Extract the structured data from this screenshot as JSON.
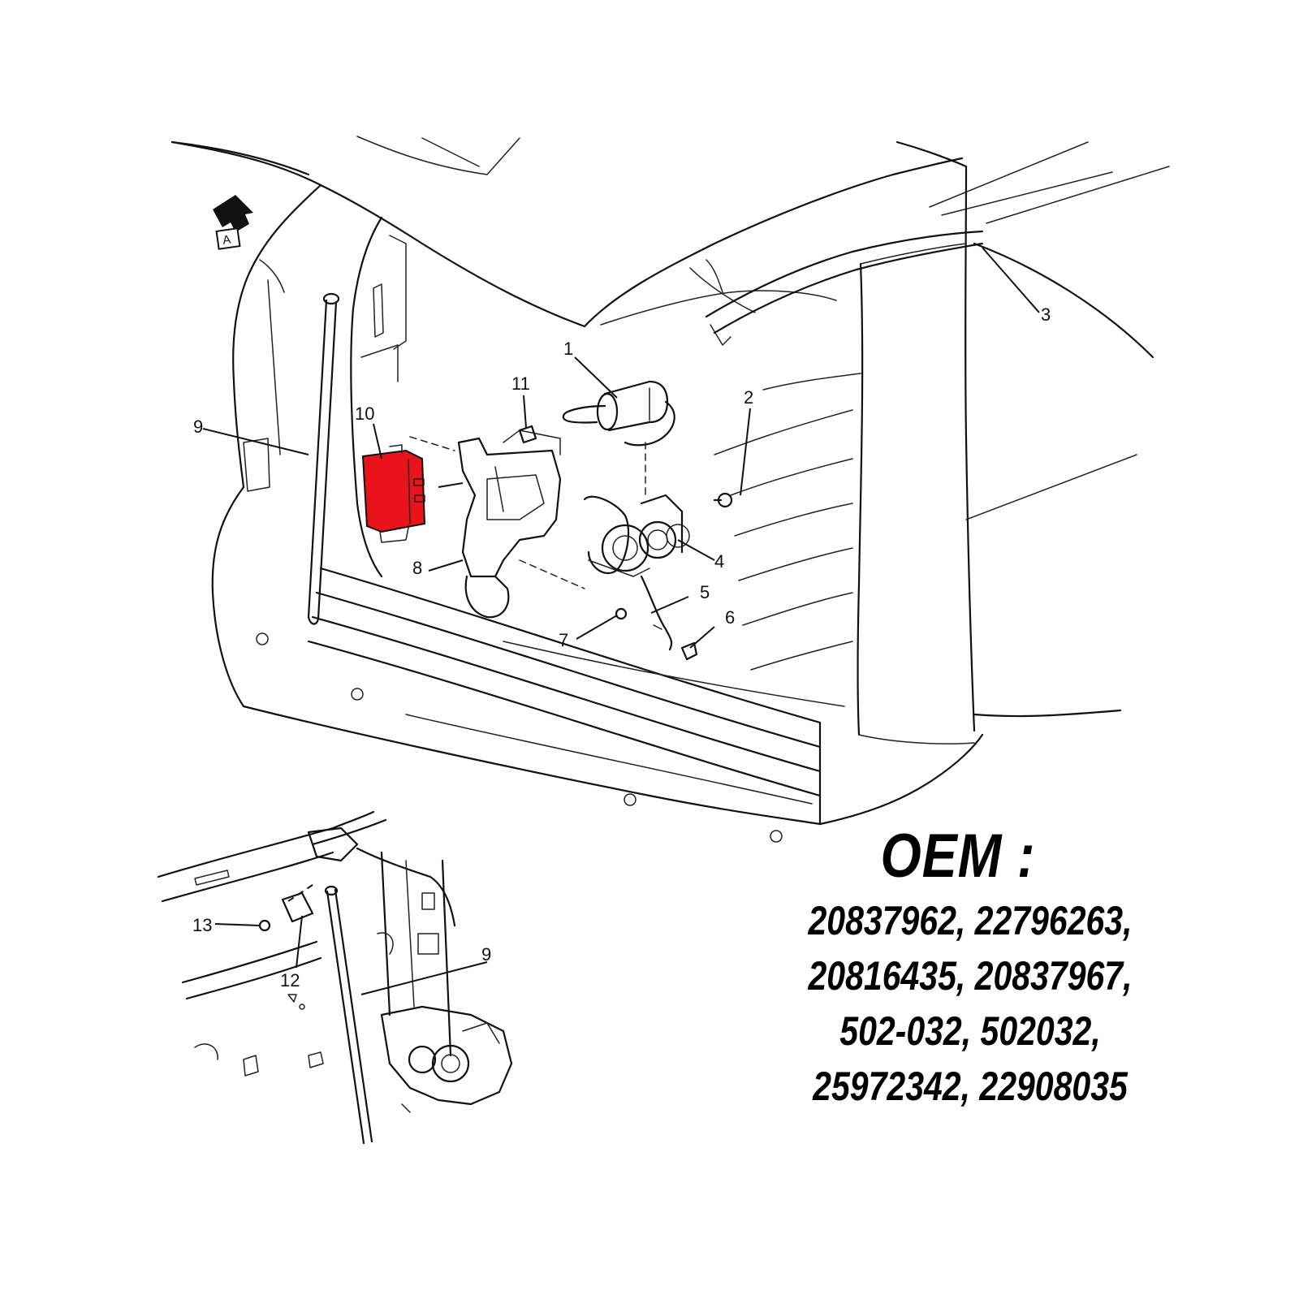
{
  "view_reference": "A",
  "callouts": {
    "c1": "1",
    "c2": "2",
    "c3": "3",
    "c4": "4",
    "c5": "5",
    "c6": "6",
    "c7": "7",
    "c8": "8",
    "c9": "9",
    "c10": "10",
    "c11": "11",
    "c9_inset": "9",
    "c12": "12",
    "c13": "13"
  },
  "highlight_color": "#e8131b",
  "oem": {
    "title": "OEM :",
    "lines": [
      "20837962, 22796263,",
      "20816435, 20837967,",
      "502-032, 502032,",
      "25972342, 22908035"
    ]
  }
}
